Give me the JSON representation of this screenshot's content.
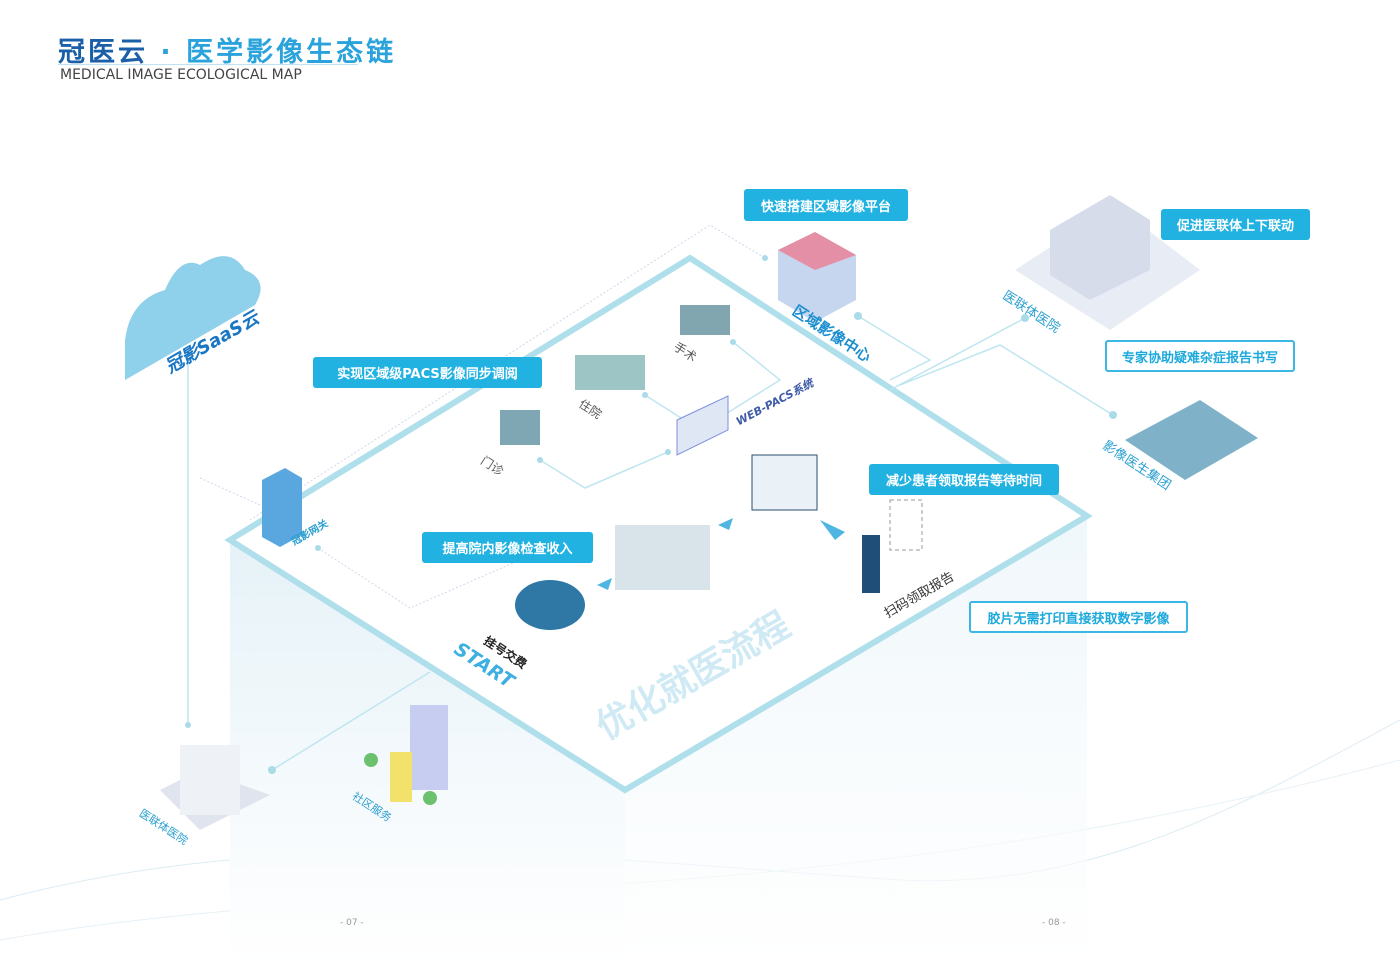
{
  "header": {
    "title_part1": "冠医云",
    "title_dot": "·",
    "title_part2": "医学影像生态链",
    "subtitle": "MEDICAL IMAGE ECOLOGICAL MAP"
  },
  "cloud": {
    "label": "冠影SaaS云"
  },
  "callouts": {
    "regional_platform": "快速搭建区域影像平台",
    "alliance_linkage": "促进医联体上下联动",
    "pacs_sync": "实现区域级PACS影像同步调阅",
    "reduce_wait": "减少患者领取报告等待时间",
    "increase_income": "提高院内影像检查收入",
    "expert_assist": "专家协助疑难杂症报告书写",
    "no_film": "胶片无需打印直接获取数字影像"
  },
  "nodes": {
    "regional_center": "区域影像中心",
    "alliance_hospital_right": "医联体医院",
    "doctor_group": "影像医生集团",
    "web_pacs": "WEB-PACS系统",
    "surgery": "手术",
    "inpatient": "住院",
    "outpatient": "门诊",
    "gateway": "冠影网关",
    "registration": "挂号交费",
    "start": "START",
    "main_flow": "优化就医流程",
    "scan_report": "扫码领取报告",
    "community": "社区服务",
    "alliance_hospital_left": "医联体医院"
  },
  "footer": {
    "page_left": "- 07 -",
    "page_right": "- 08 -"
  },
  "colors": {
    "accent": "#21b2e2",
    "title_dark": "#1a5fa8",
    "platform_edge": "#aedfea"
  }
}
